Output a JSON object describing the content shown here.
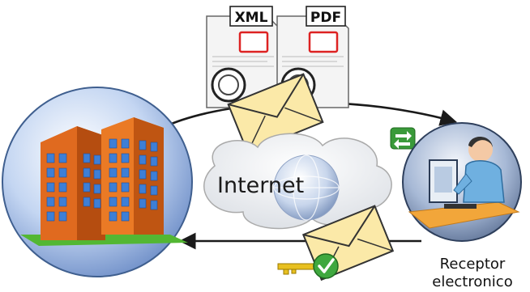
{
  "documents": {
    "xml_tag": "XML",
    "pdf_tag": "PDF"
  },
  "network_label": "Internet",
  "receiver": {
    "label_line1": "Receptor",
    "label_line2": "electronico"
  },
  "icons": [
    "building-icon",
    "document-xml-icon",
    "document-pdf-icon",
    "envelope-icon",
    "globe-icon",
    "cloud-icon",
    "user-computer-icon",
    "key-icon",
    "check-icon",
    "transfer-icon"
  ],
  "colors": {
    "building": "#e07020",
    "globe": "#8fb0e0",
    "envelope": "#fbe9a8",
    "check": "#3fa83f",
    "key": "#e8c020"
  }
}
